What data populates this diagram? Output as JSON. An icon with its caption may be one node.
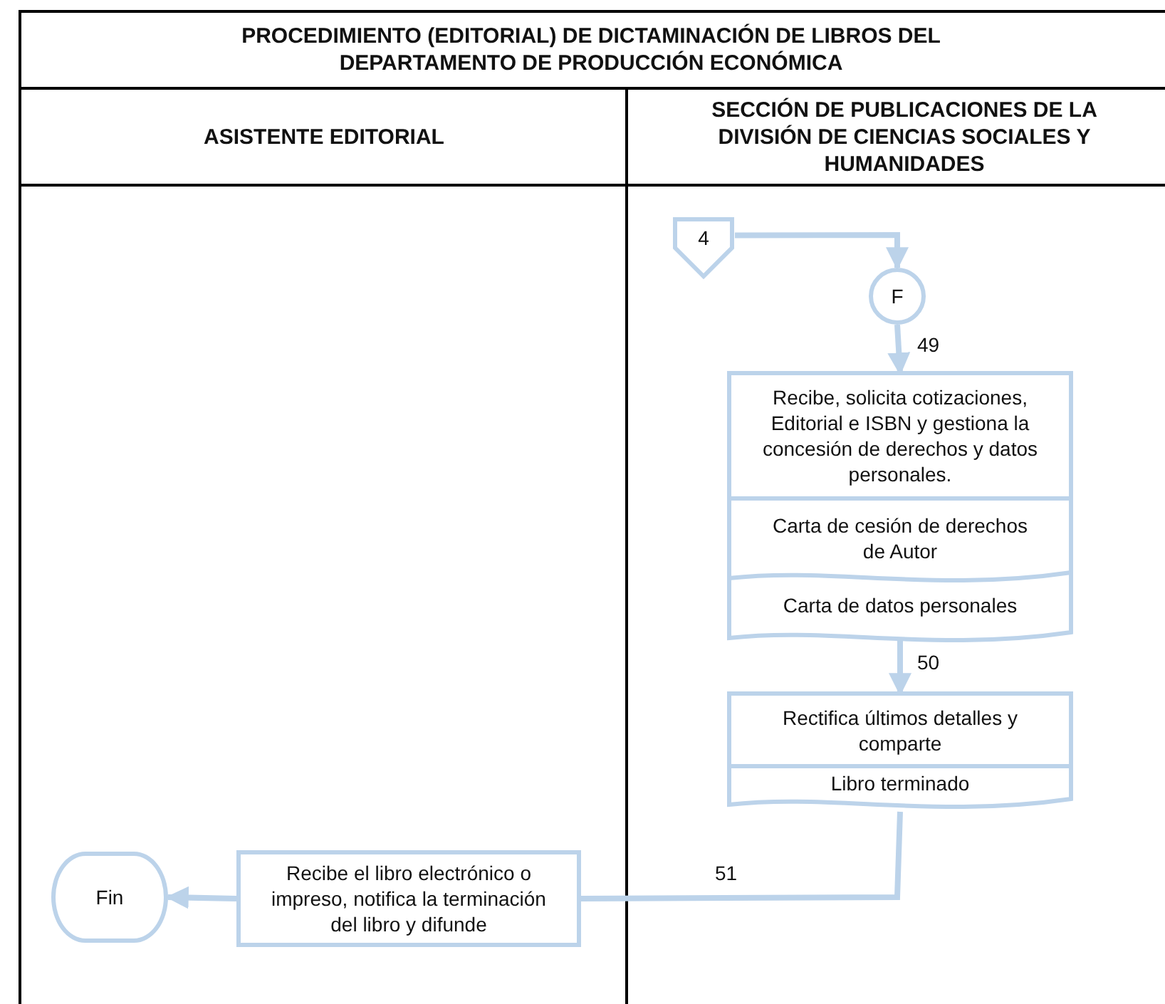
{
  "diagram": {
    "title": "PROCEDIMIENTO (EDITORIAL) DE DICTAMINACIÓN DE LIBROS DEL DEPARTAMENTO DE PRODUCCIÓN ECONÓMICA",
    "nodes": [
      {
        "text": [
          "4"
        ]
      },
      {
        "text": [
          "F"
        ]
      },
      {
        "text": [
          "Recibe, solicita cotizaciones, Editorial e ISBN y gestiona la concesión de derechos y datos personales.",
          "Carta de cesión de derechos de Autor",
          "Carta de datos personales"
        ]
      },
      {
        "text": [
          "Rectifica últimos detalles y comparte",
          "Libro terminado"
        ]
      },
      {
        "text": [
          "Recibe el libro electrónico o impreso, notifica la terminación del libro y difunde"
        ]
      },
      {
        "text": [
          "Fin"
        ]
      }
    ],
    "edges": [
      {
        "from": 0,
        "to": 1,
        "arrow": "to"
      },
      {
        "from": 1,
        "to": 2,
        "arrow": "to",
        "label": "49"
      },
      {
        "from": 2,
        "to": 3,
        "arrow": "to",
        "label": "50"
      },
      {
        "from": 3,
        "to": 4,
        "arrow": "none",
        "label": "51"
      },
      {
        "from": 4,
        "to": 5,
        "arrow": "to"
      }
    ],
    "labels": [
      "ASISTENTE EDITORIAL",
      "SECCIÓN DE PUBLICACIONES DE LA DIVISIÓN DE CIENCIAS SOCIALES Y HUMANIDADES"
    ]
  }
}
